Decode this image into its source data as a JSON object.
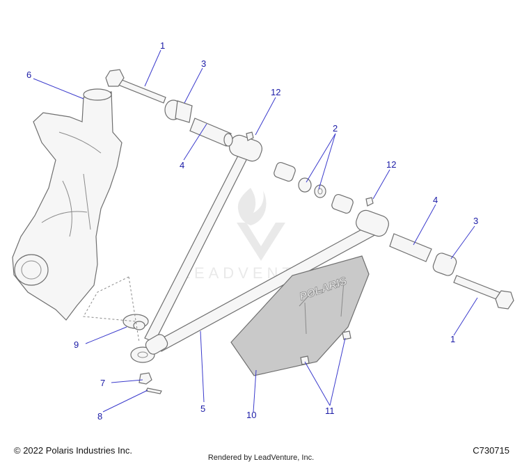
{
  "colors": {
    "callout": "#1a1aa6",
    "leader": "#3a3acc",
    "part_outline": "#6e6e6e",
    "guard_fill": "#c9c9c9"
  },
  "callouts": [
    "1",
    "3",
    "6",
    "12",
    "2",
    "4",
    "12",
    "4",
    "3",
    "9",
    "5",
    "10",
    "11",
    "7",
    "8",
    "1"
  ],
  "guard_logo": "POLARIS",
  "watermark": "LEADVENTURE",
  "footer": {
    "copyright": "© 2022 Polaris Industries Inc.",
    "part_code": "C730715",
    "rendered_by": "Rendered by LeadVenture, Inc."
  }
}
